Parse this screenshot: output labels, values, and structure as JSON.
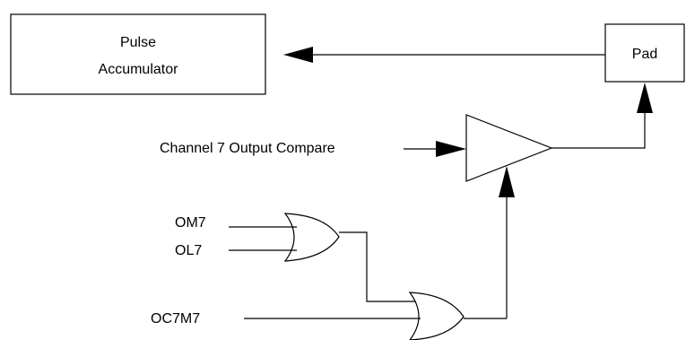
{
  "blocks": {
    "pulse_accumulator_line1": "Pulse",
    "pulse_accumulator_line2": "Accumulator",
    "pad": "Pad"
  },
  "signals": {
    "channel7_output_compare": "Channel 7 Output Compare",
    "om7": "OM7",
    "ol7": "OL7",
    "oc7m7": "OC7M7"
  }
}
